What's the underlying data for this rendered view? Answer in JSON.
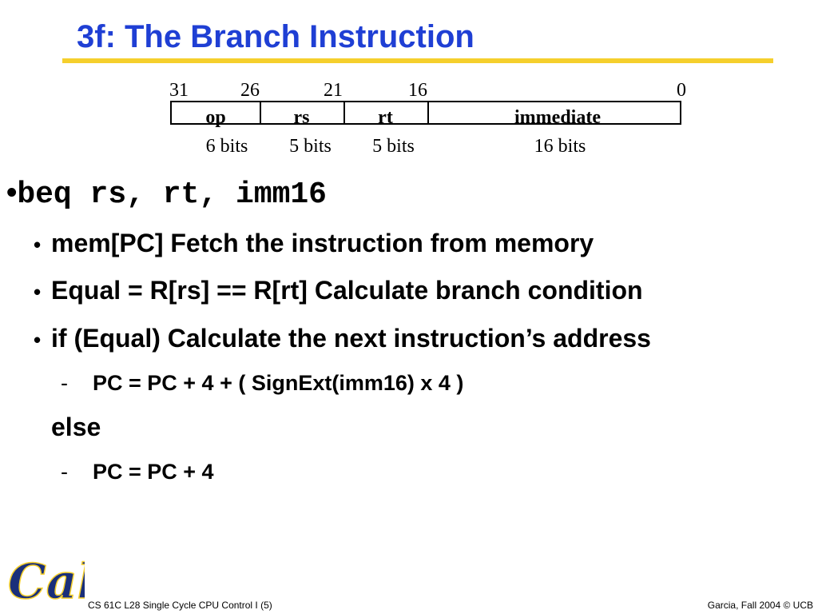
{
  "slide": {
    "title": "3f: The Branch Instruction"
  },
  "format": {
    "bit_positions": [
      "31",
      "26",
      "21",
      "16",
      "0"
    ],
    "fields": [
      {
        "name": "op",
        "bits": "6 bits"
      },
      {
        "name": "rs",
        "bits": "5 bits"
      },
      {
        "name": "rt",
        "bits": "5 bits"
      },
      {
        "name": "immediate",
        "bits": "16 bits"
      }
    ]
  },
  "content": {
    "bullet_main": "beq rs, rt, imm16",
    "sub_bullets": [
      "mem[PC] Fetch the instruction from memory",
      "Equal = R[rs] == R[rt]  Calculate branch condition",
      "if (Equal) Calculate the next instruction’s address"
    ],
    "then_step": "PC  =  PC + 4 + ( SignExt(imm16) x 4 )",
    "else_label": "else",
    "else_step": "PC  =  PC + 4"
  },
  "footer": {
    "logo_text": "Cal",
    "left": "CS 61C L28 Single Cycle CPU Control I (5)",
    "right": "Garcia, Fall 2004 © UCB"
  },
  "colors": {
    "title": "#1f3fd4",
    "rule": "#f5cf2d",
    "logo": "#1a2f7a"
  }
}
